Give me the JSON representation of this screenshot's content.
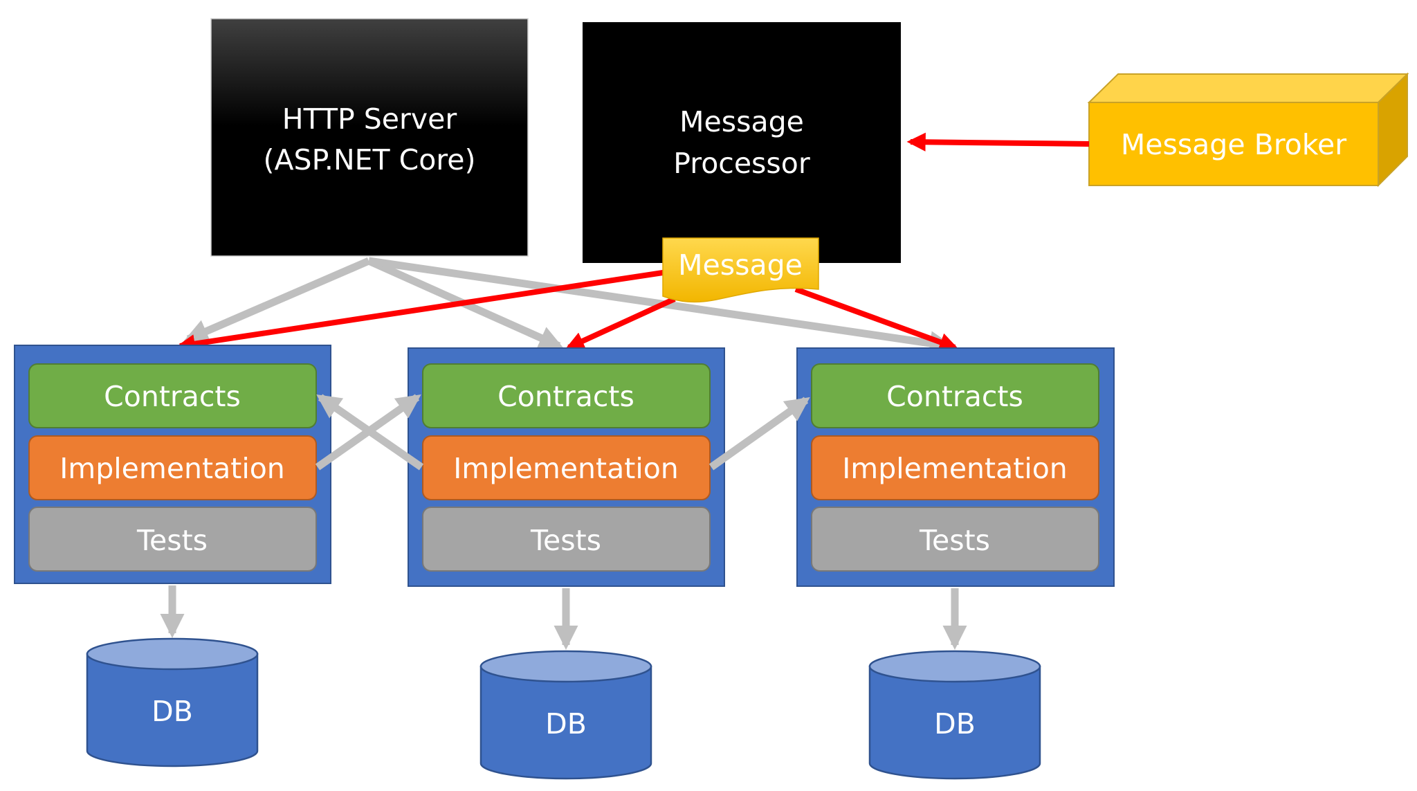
{
  "http_server": {
    "line1": "HTTP Server",
    "line2": "(ASP.NET Core)"
  },
  "message_processor": {
    "line1": "Message",
    "line2": "Processor"
  },
  "message_broker": {
    "label": "Message Broker"
  },
  "message": {
    "label": "Message"
  },
  "modules": [
    {
      "contracts": "Contracts",
      "implementation": "Implementation",
      "tests": "Tests",
      "db": "DB"
    },
    {
      "contracts": "Contracts",
      "implementation": "Implementation",
      "tests": "Tests",
      "db": "DB"
    },
    {
      "contracts": "Contracts",
      "implementation": "Implementation",
      "tests": "Tests",
      "db": "DB"
    }
  ],
  "colors": {
    "black": "#000000",
    "module_blue": "#4472C4",
    "contracts_green": "#70AD47",
    "implementation_orange": "#ED7D31",
    "tests_gray": "#A5A5A5",
    "broker_yellow": "#FFC000",
    "db_top": "#8FAADC",
    "arrow_red": "#FF0000",
    "arrow_gray": "#BFBFBF"
  }
}
